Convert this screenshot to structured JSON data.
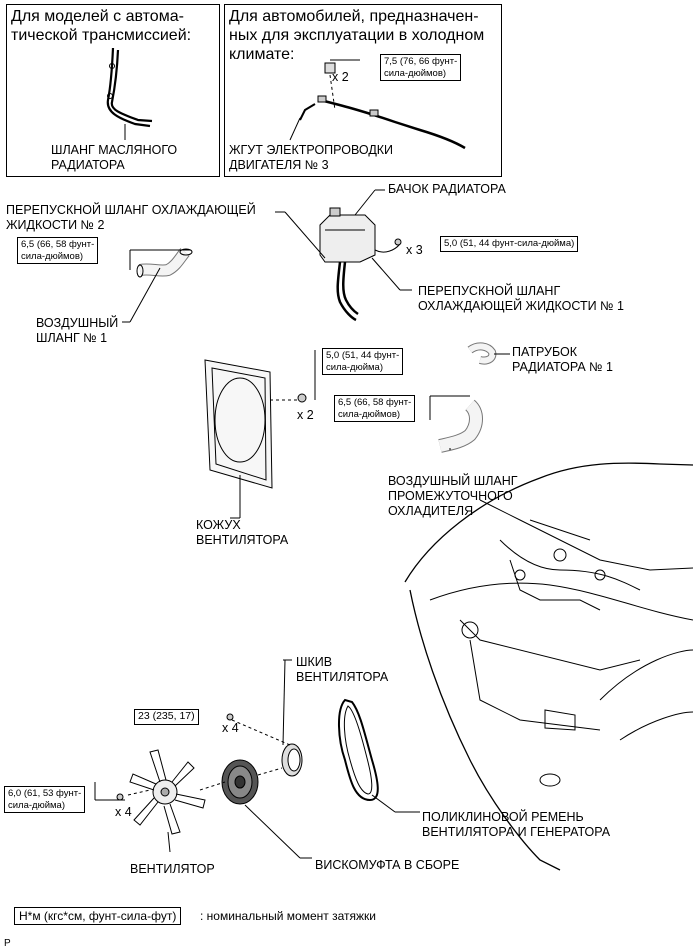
{
  "boxes": {
    "auto_transmission": {
      "title": "Для моделей с автома-\nтической трансмиссией:",
      "part": "ШЛАНГ МАСЛЯНОГО\nРАДИАТОРА"
    },
    "cold_climate": {
      "title": "Для автомобилей, предназначен-\nных для эксплуатации в холодном\nклимате:",
      "part": "ЖГУТ ЭЛЕКТРОПРОВОДКИ\nДВИГАТЕЛЯ № 3",
      "count": "x 2",
      "torque": "7,5 (76, 66 фунт-\nсила-дюймов)"
    }
  },
  "parts": {
    "radiator_tank": "БАЧОК РАДИАТОРА",
    "bypass_hose_2": "ПЕРЕПУСКНОЙ ШЛАНГ ОХЛАЖДАЮЩЕЙ\nЖИДКОСТИ № 2",
    "bypass_hose_1": "ПЕРЕПУСКНОЙ ШЛАНГ\nОХЛАЖДАЮЩЕЙ ЖИДКОСТИ № 1",
    "air_hose_1": "ВОЗДУШНЫЙ\nШЛАНГ № 1",
    "radiator_pipe_1": "ПАТРУБОК\nРАДИАТОРА № 1",
    "intercooler_hose": "ВОЗДУШНЫЙ ШЛАНГ\nПРОМЕЖУТОЧНОГО\nОХЛАДИТЕЛЯ",
    "fan_shroud": "КОЖУХ\nВЕНТИЛЯТОРА",
    "fan_pulley": "ШКИВ\nВЕНТИЛЯТОРА",
    "v_belt": "ПОЛИКЛИНОВОЙ РЕМЕНЬ\nВЕНТИЛЯТОРА И ГЕНЕРАТОРА",
    "fan": "ВЕНТИЛЯТОР",
    "viscous_coupling": "ВИСКОМУФТА В СБОРЕ"
  },
  "torques": {
    "air_hose_1": "6,5 (66, 58 фунт-\nсила-дюймов)",
    "tank": "5,0 (51, 44 фунт-сила-дюйма)",
    "shroud": "5,0 (51, 44 фунт-\nсила-дюйма)",
    "intercooler": "6,5 (66, 58 фунт-\nсила-дюймов)",
    "pulley": "23 (235, 17)",
    "fan": "6,0 (61, 53 фунт-\nсила-дюйма)"
  },
  "counts": {
    "tank": "x 3",
    "shroud": "x 2",
    "pulley": "x 4",
    "fan": "x 4"
  },
  "legend": {
    "unit": "Н*м (кгс*см, фунт-сила-фут)",
    "description": ": номинальный момент затяжки"
  },
  "footer": {
    "code": "P"
  }
}
